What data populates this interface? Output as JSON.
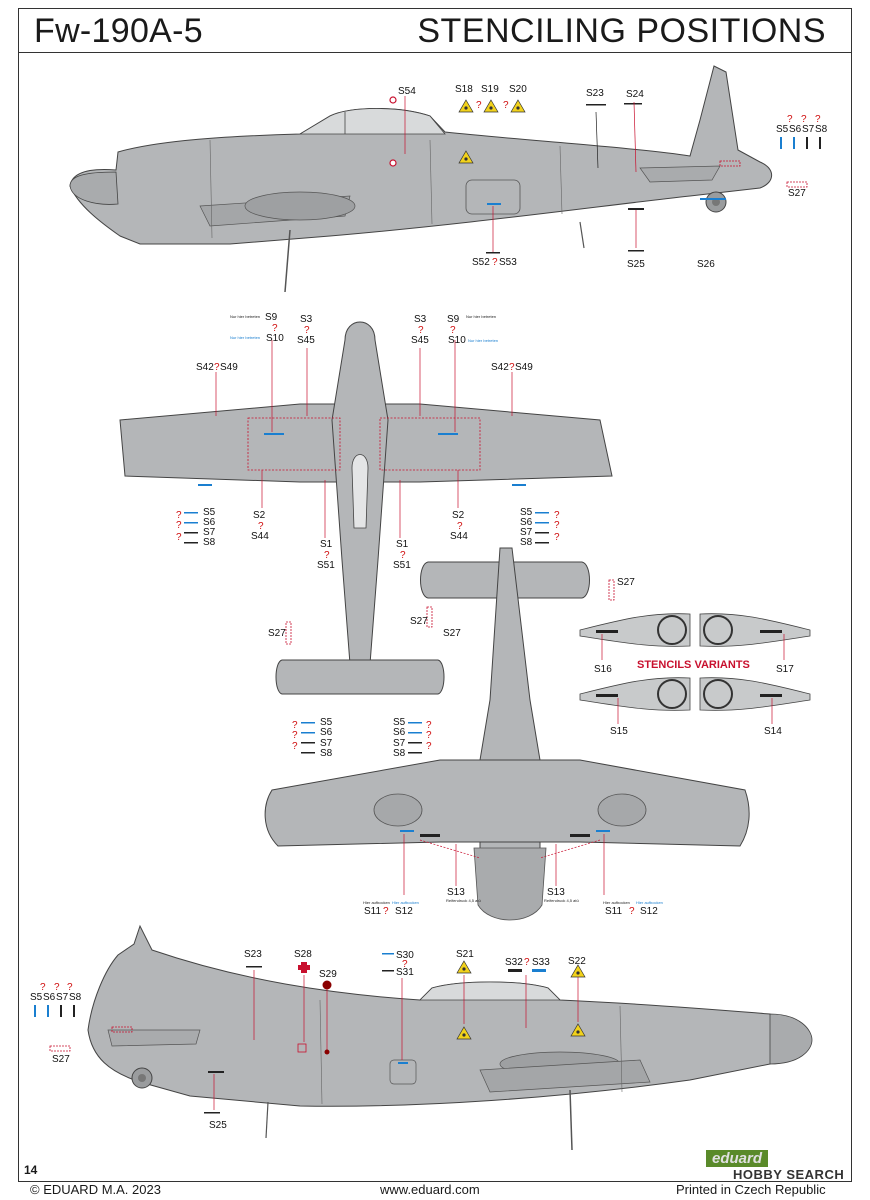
{
  "header": {
    "aircraft": "Fw-190A-5",
    "heading": "STENCILING POSITIONS"
  },
  "page_number": "14",
  "footer": {
    "copyright": "© EDUARD M.A. 2023",
    "website": "www.eduard.com",
    "printed": "Printed in Czech Republic"
  },
  "brand_logo": "eduard",
  "watermark": "HOBBY SEARCH",
  "variants_title": "STENCILS VARIANTS",
  "uncertain_mark": "?",
  "stencil_texts": {
    "nur_hier_betreten": "Nur hier betreten",
    "hier_aufbocken": "Hier aufbocken",
    "reifendruck": "Reifendruck 5 atü",
    "reifendruck_45": "Reifendruck 4,5 atü"
  },
  "colors": {
    "aircraft_gray": "#b4b6b8",
    "panel_line": "#555555",
    "marker_red": "#c8102e",
    "stencil_blue": "#1a7fd0",
    "warning_yellow": "#f2d21b"
  },
  "labels": {
    "side_top": [
      "S54",
      "S18",
      "S19",
      "S20",
      "S23",
      "S24",
      "S5",
      "S6",
      "S7",
      "S8",
      "S27",
      "S52",
      "S53",
      "S25",
      "S26"
    ],
    "plan_top": [
      "S9",
      "S10",
      "S3",
      "S45",
      "S42",
      "S49",
      "S2",
      "S44",
      "S1",
      "S51",
      "S5",
      "S6",
      "S7",
      "S8",
      "S27"
    ],
    "variants": [
      "S16",
      "S17",
      "S15",
      "S14"
    ],
    "underside": [
      "S27",
      "S5",
      "S6",
      "S7",
      "S8",
      "S13",
      "S11",
      "S12"
    ],
    "side_bottom": [
      "S23",
      "S28",
      "S29",
      "S30",
      "S31",
      "S21",
      "S32",
      "S33",
      "S22",
      "S5",
      "S6",
      "S7",
      "S8",
      "S27",
      "S25"
    ]
  }
}
